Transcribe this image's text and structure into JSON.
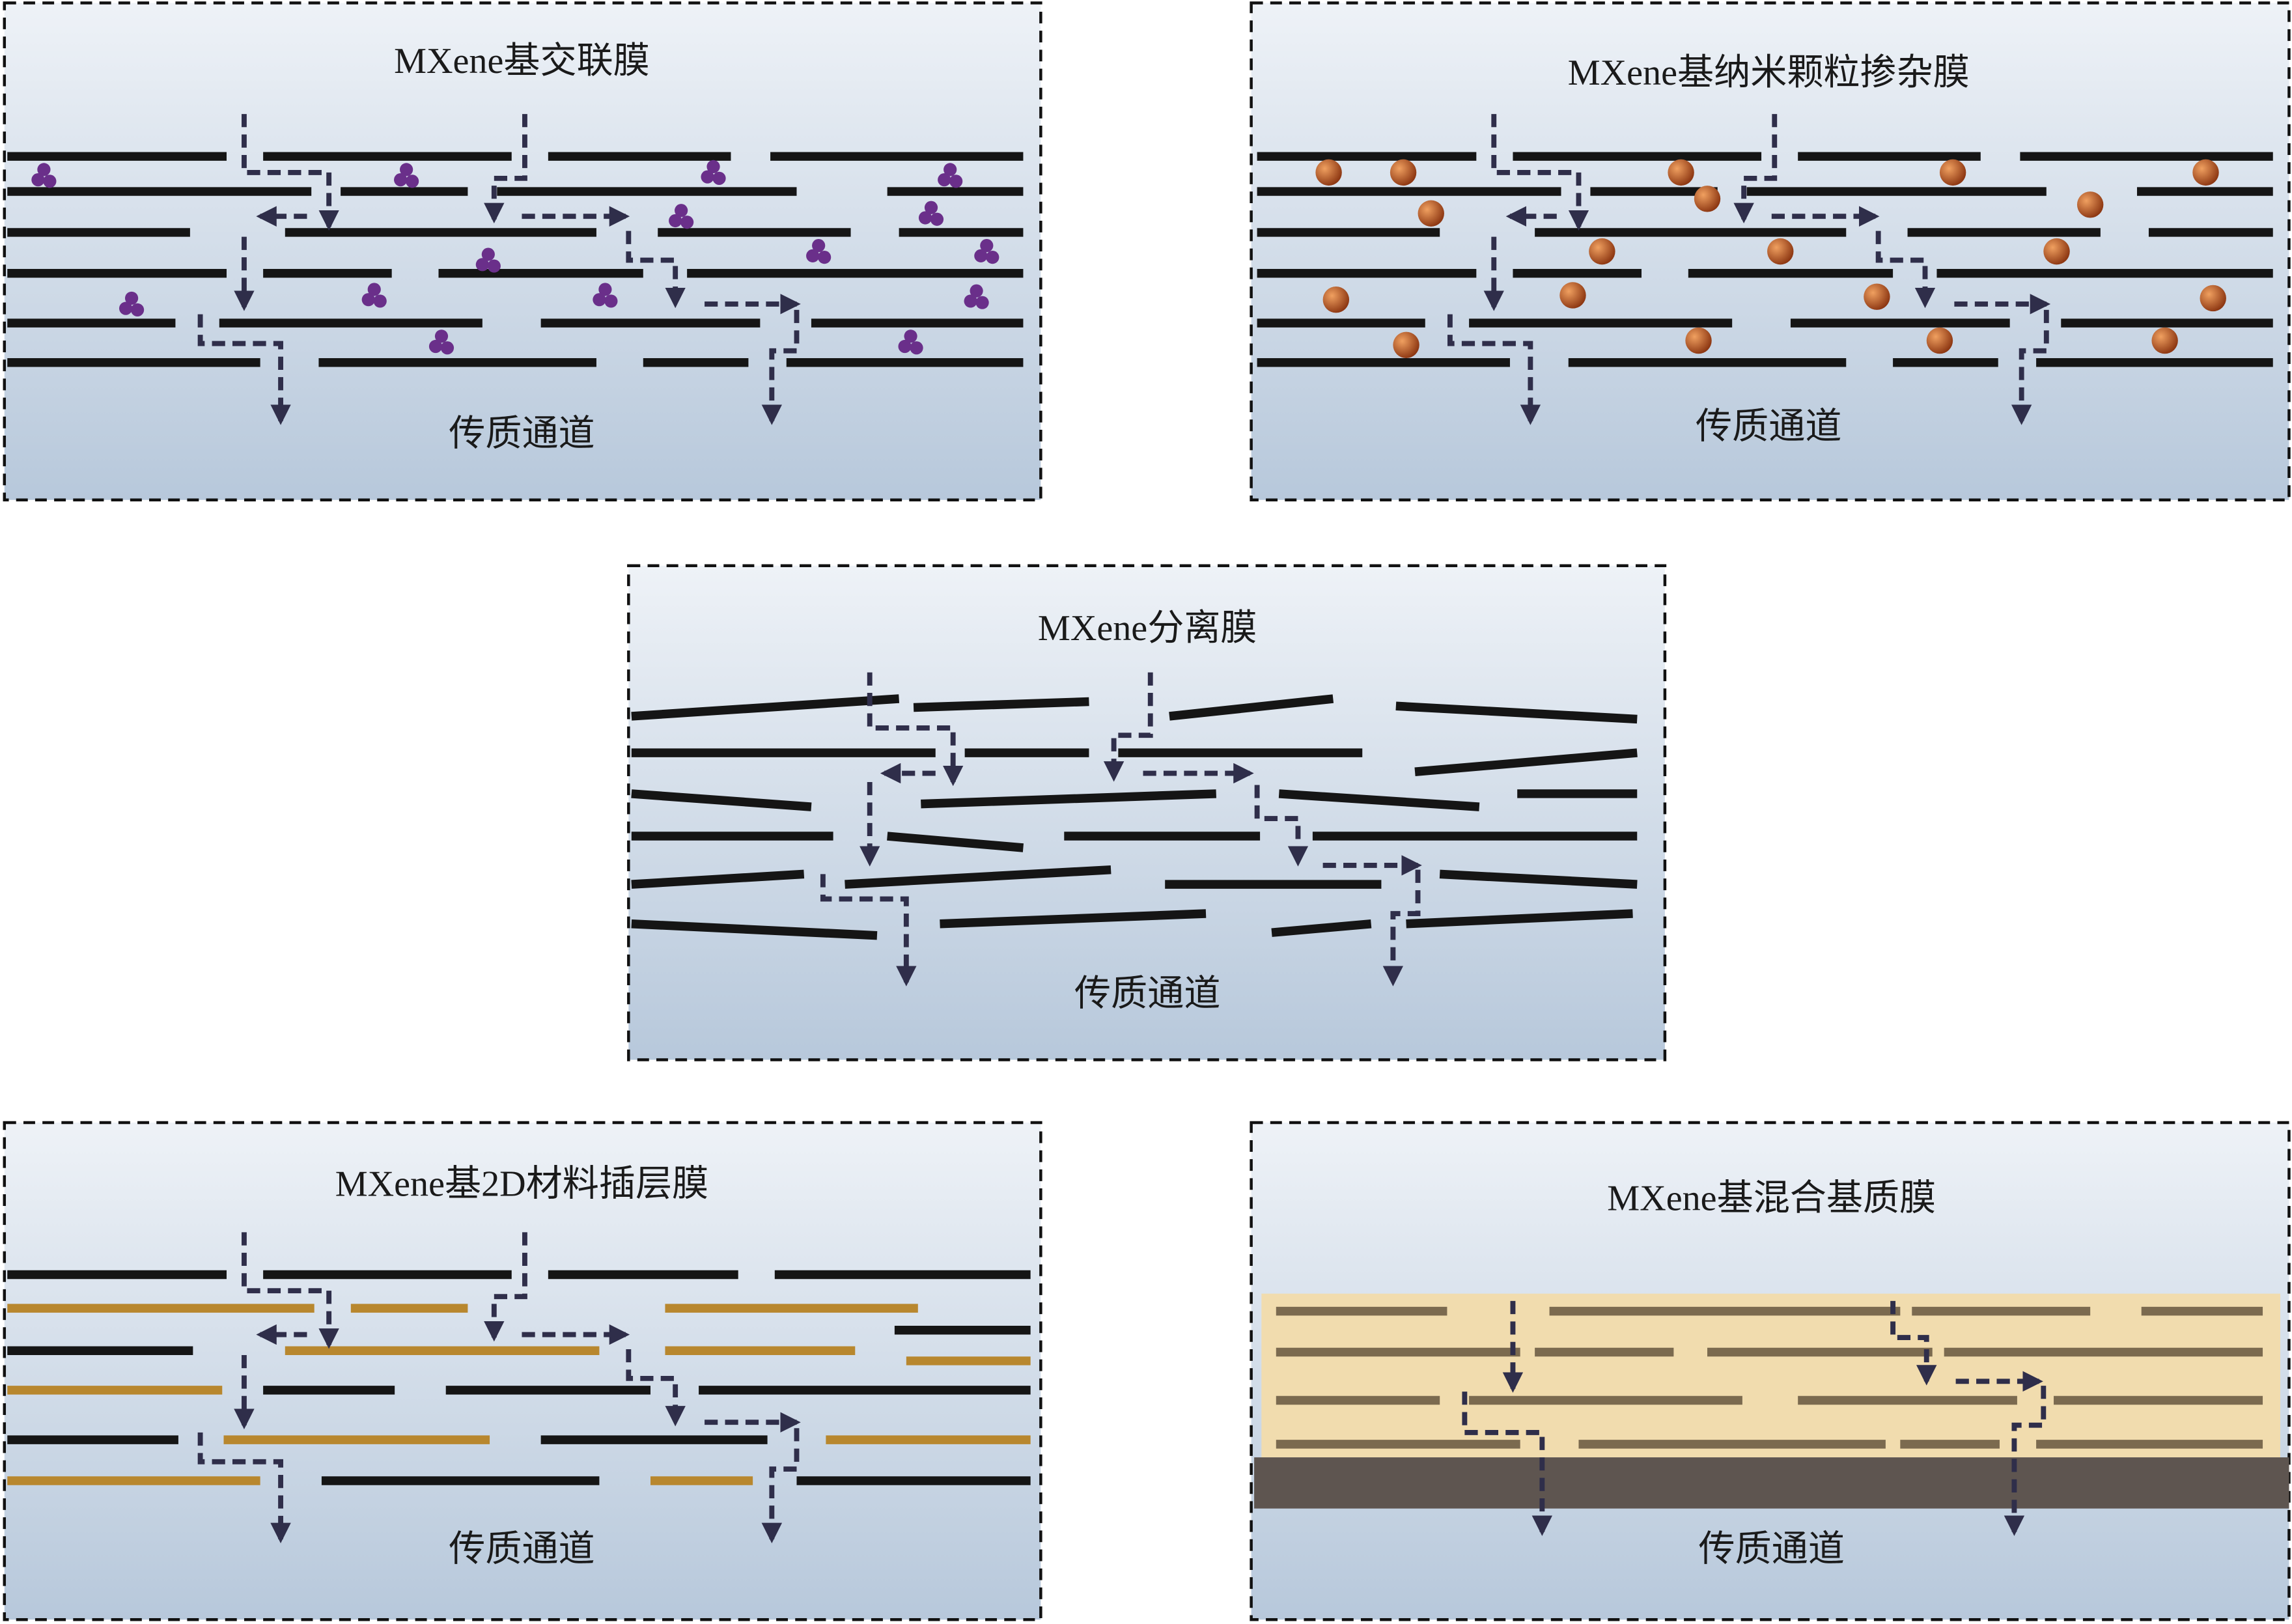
{
  "panels": [
    {
      "title": "MXene基交联膜",
      "label": "传质通道"
    },
    {
      "title": "MXene基纳米颗粒掺杂膜",
      "label": "传质通道"
    },
    {
      "title": "MXene分离膜",
      "label": "传质通道"
    },
    {
      "title": "MXene基2D材料插层膜",
      "label": "传质通道"
    },
    {
      "title": "MXene基混合基质膜",
      "label": "传质通道"
    }
  ],
  "colors": {
    "sheet": "#151515",
    "gold_sheet": "#b8872e",
    "matrix_sheet": "#7b6a4f",
    "matrix": "#f1dcae",
    "support": "#5e5550",
    "path": "#2f2e4a",
    "crosslinker": "#6a2f8a",
    "nanoparticle": "#c1561c",
    "bg_top": "#eef2f7",
    "bg_bottom": "#b7c8db"
  }
}
